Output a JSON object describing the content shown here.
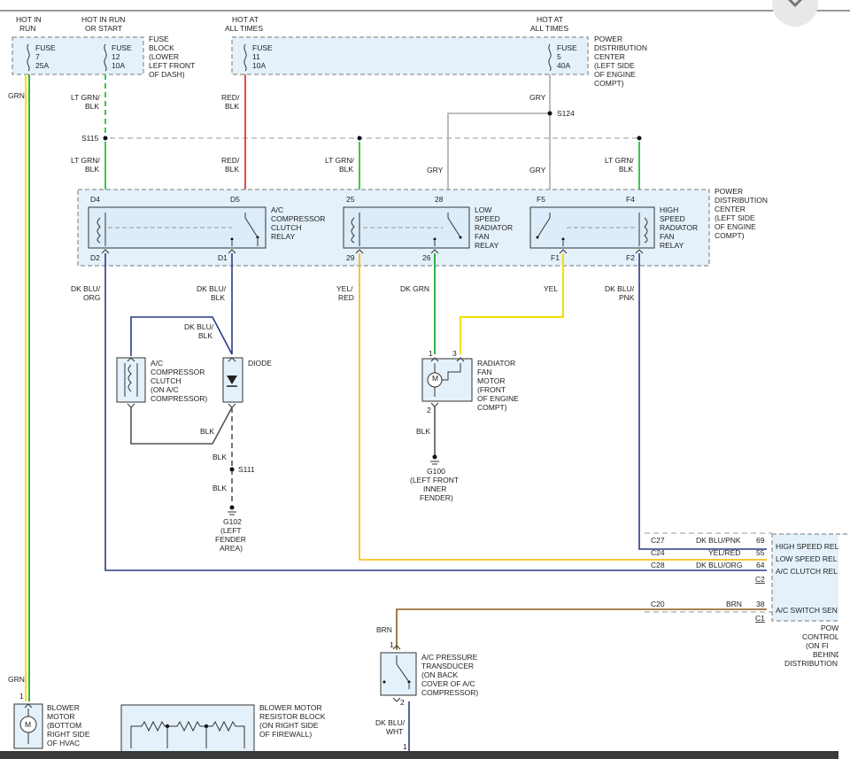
{
  "labels": {
    "hot_in_run": [
      "HOT IN",
      "RUN"
    ],
    "hot_in_run_start": [
      "HOT IN RUN",
      "OR START"
    ],
    "hot_at_all_times": [
      "HOT AT",
      "ALL TIMES"
    ],
    "fuse7": [
      "FUSE",
      "7",
      "25A"
    ],
    "fuse12": [
      "FUSE",
      "12",
      "10A"
    ],
    "fuse11": [
      "FUSE",
      "11",
      "10A"
    ],
    "fuse5": [
      "FUSE",
      "5",
      "40A"
    ],
    "fuse_block": [
      "FUSE",
      "BLOCK",
      "(LOWER",
      "LEFT FRONT",
      "OF DASH)"
    ],
    "pdc_top": [
      "POWER",
      "DISTRIBUTION",
      "CENTER",
      "(LEFT SIDE",
      "OF ENGINE",
      "COMPT)"
    ],
    "pdc_relays": [
      "POWER",
      "DISTRIBUTION",
      "CENTER",
      "(LEFT SIDE",
      "OF ENGINE",
      "COMPT)"
    ],
    "grn": "GRN",
    "ltgrn_blk": [
      "LT GRN/",
      "BLK"
    ],
    "red_blk": [
      "RED/",
      "BLK"
    ],
    "gry": "GRY",
    "s124": "S124",
    "s115": "S115",
    "ac_relay": [
      "A/C",
      "COMPRESSOR",
      "CLUTCH",
      "RELAY"
    ],
    "low_relay": [
      "LOW",
      "SPEED",
      "RADIATOR",
      "FAN",
      "RELAY"
    ],
    "high_relay": [
      "HIGH",
      "SPEED",
      "RADIATOR",
      "FAN",
      "RELAY"
    ],
    "pins": {
      "d4": "D4",
      "d5": "D5",
      "d2": "D2",
      "d1": "D1",
      "p25": "25",
      "p28": "28",
      "p29": "29",
      "p26": "26",
      "f5": "F5",
      "f4": "F4",
      "f1": "F1",
      "f2": "F2"
    },
    "dkblu_org": [
      "DK BLU/",
      "ORG"
    ],
    "dkblu_blk": [
      "DK BLU/",
      "BLK"
    ],
    "yel_red": [
      "YEL/",
      "RED"
    ],
    "dk_grn": "DK GRN",
    "yel": "YEL",
    "dkblu_pnk": [
      "DK BLU/",
      "PNK"
    ],
    "ac_clutch": [
      "A/C",
      "COMPRESSOR",
      "CLUTCH",
      "(ON A/C",
      "COMPRESSOR)"
    ],
    "diode": "DIODE",
    "blk": "BLK",
    "s111": "S111",
    "g102": [
      "G102",
      "(LEFT",
      "FENDER",
      "AREA)"
    ],
    "fan_motor": [
      "RADIATOR",
      "FAN",
      "MOTOR",
      "(FRONT",
      "OF ENGINE",
      "COMPT)"
    ],
    "pin1": "1",
    "pin2": "2",
    "pin3": "3",
    "g100": [
      "G100",
      "(LEFT FRONT",
      "INNER",
      "FENDER)"
    ],
    "circuits": {
      "c27": "C27",
      "c27_color": "DK BLU/PNK",
      "c27_pin": "69",
      "c24": "C24",
      "c24_color": "YEL/RED",
      "c24_pin": "55",
      "c28": "C28",
      "c28_color": "DK BLU/ORG",
      "c28_pin": "64",
      "c2": "C2",
      "c20": "C20",
      "c20_color": "BRN",
      "c20_pin": "38",
      "c1": "C1"
    },
    "pcm_rows": [
      "HIGH SPEED REL",
      "LOW SPEED REL",
      "A/C CLUTCH REL",
      "A/C SWITCH SEN"
    ],
    "pcm_label": [
      "POW",
      "CONTROL",
      "(ON FI",
      "BEHIND",
      "DISTRIBUTION"
    ],
    "brn": "BRN",
    "transducer": [
      "A/C PRESSURE",
      "TRANSDUCER",
      "(ON BACK",
      "COVER OF A/C",
      "COMPRESSOR)"
    ],
    "dkblu_wht": [
      "DK BLU/",
      "WHT"
    ],
    "blower_motor": [
      "BLOWER",
      "MOTOR",
      "(BOTTOM",
      "RIGHT SIDE",
      "OF HVAC"
    ],
    "resistor_block": [
      "BLOWER MOTOR",
      "RESISTOR BLOCK",
      "(ON RIGHT SIDE",
      "OF FIREWALL)"
    ],
    "motor_symbol": "M"
  },
  "colors": {
    "yellow": "#f5e000",
    "green": "#31b34b",
    "red": "#e02020",
    "gray": "#aaaaaa",
    "dark_blue": "#2a3a88",
    "black": "#555555",
    "orange_yellow": "#f7b500",
    "brown": "#8a5a1a",
    "box_fill": "#e4f1fb"
  },
  "icons": [
    "close-icon",
    "fuse-icon",
    "relay-coil-icon",
    "relay-switch-icon",
    "motor-icon",
    "diode-icon",
    "ground-icon",
    "resistor-icon",
    "switch-icon"
  ]
}
